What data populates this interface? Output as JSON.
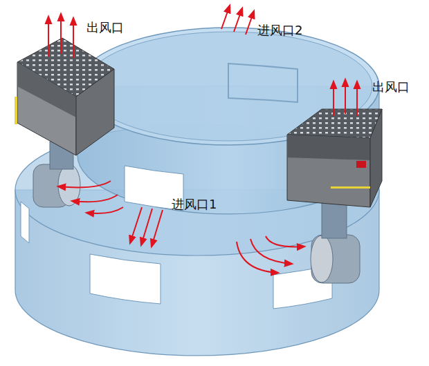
{
  "diagram": {
    "labels": [
      "出风口",
      "进风口2",
      "出风口",
      "进风口1"
    ]
  }
}
